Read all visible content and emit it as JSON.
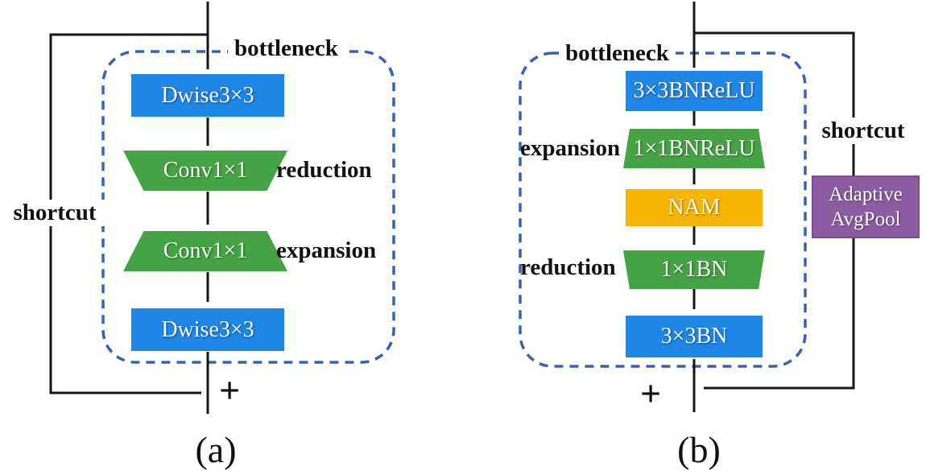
{
  "colors": {
    "box-blue": "#1e86e6",
    "box-green": "#45a245",
    "box-yellow": "#f6b501",
    "box-purple": "#8c5ca3",
    "box-purple-border": "#7b4b92",
    "dashed-blue": "#3a60b5",
    "line-black": "#151515",
    "text-black": "#111111"
  },
  "diagram_a": {
    "caption": "(a)",
    "bottleneck_label": "bottleneck",
    "shortcut_label": "shortcut",
    "plus_sign": "+",
    "blocks": {
      "dwise_top": "Dwise3×3",
      "conv_reduction": "Conv1×1",
      "conv_expansion": "Conv1×1",
      "dwise_bottom": "Dwise3×3"
    },
    "annotations": {
      "reduction": "reduction",
      "expansion": "expansion"
    }
  },
  "diagram_b": {
    "caption": "(b)",
    "bottleneck_label": "bottleneck",
    "shortcut_label": "shortcut",
    "plus_sign": "+",
    "blocks": {
      "bnrelu_3x3": "3×3BNReLU",
      "bnrelu_1x1": "1×1BNReLU",
      "nam": "NAM",
      "bn_1x1": "1×1BN",
      "bn_3x3": "3×3BN",
      "avgpool_line1": "Adaptive",
      "avgpool_line2": "AvgPool"
    },
    "annotations": {
      "expansion": "expansion",
      "reduction": "reduction"
    }
  }
}
